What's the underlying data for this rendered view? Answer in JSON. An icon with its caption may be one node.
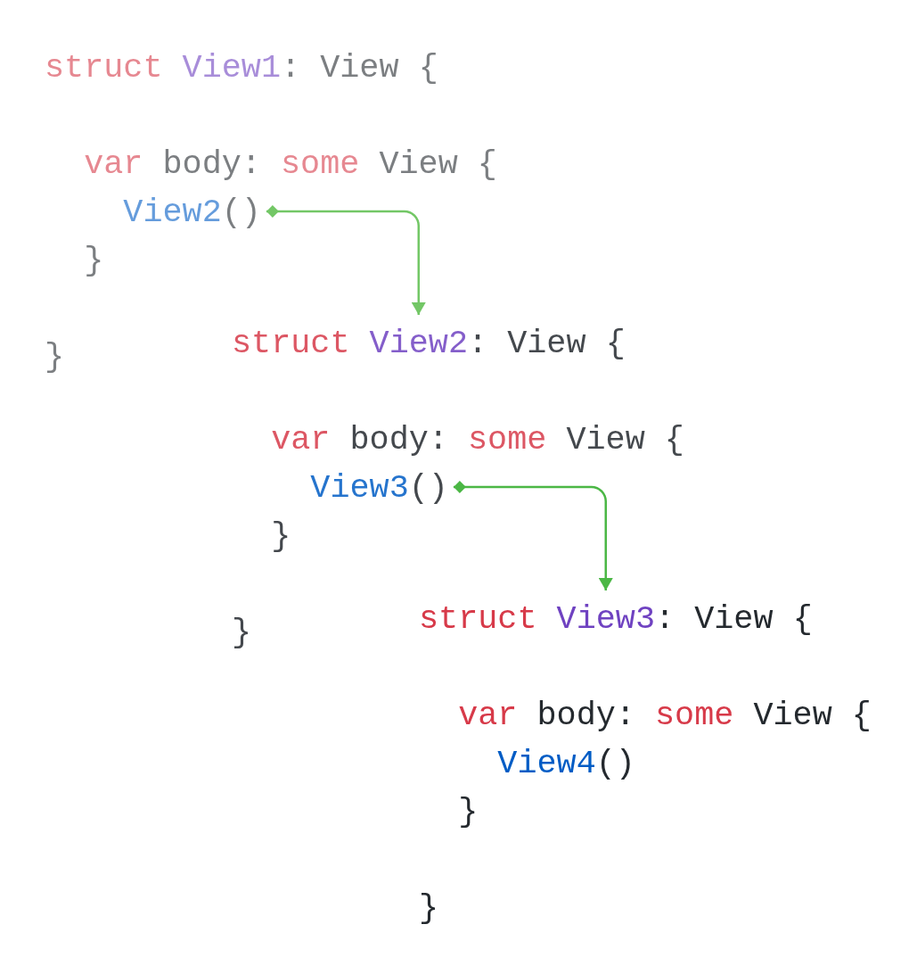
{
  "diagram": {
    "nodes": [
      {
        "text": [
          "View2()"
        ]
      },
      {
        "text": [
          "struct View2: View {"
        ]
      },
      {
        "text": [
          "View3()"
        ]
      },
      {
        "text": [
          "struct View3: View {"
        ]
      }
    ],
    "edges": [
      {
        "from": 0,
        "to": 1,
        "arrow": "to",
        "color": "#73c766"
      },
      {
        "from": 2,
        "to": 3,
        "arrow": "to",
        "color": "#4bb745"
      }
    ],
    "labels": [
      "struct View1: View {",
      "var body: some View {",
      "}",
      "}",
      "var body: some View {",
      "}",
      "}",
      "var body: some View {",
      "View4()",
      "}",
      "}"
    ]
  }
}
